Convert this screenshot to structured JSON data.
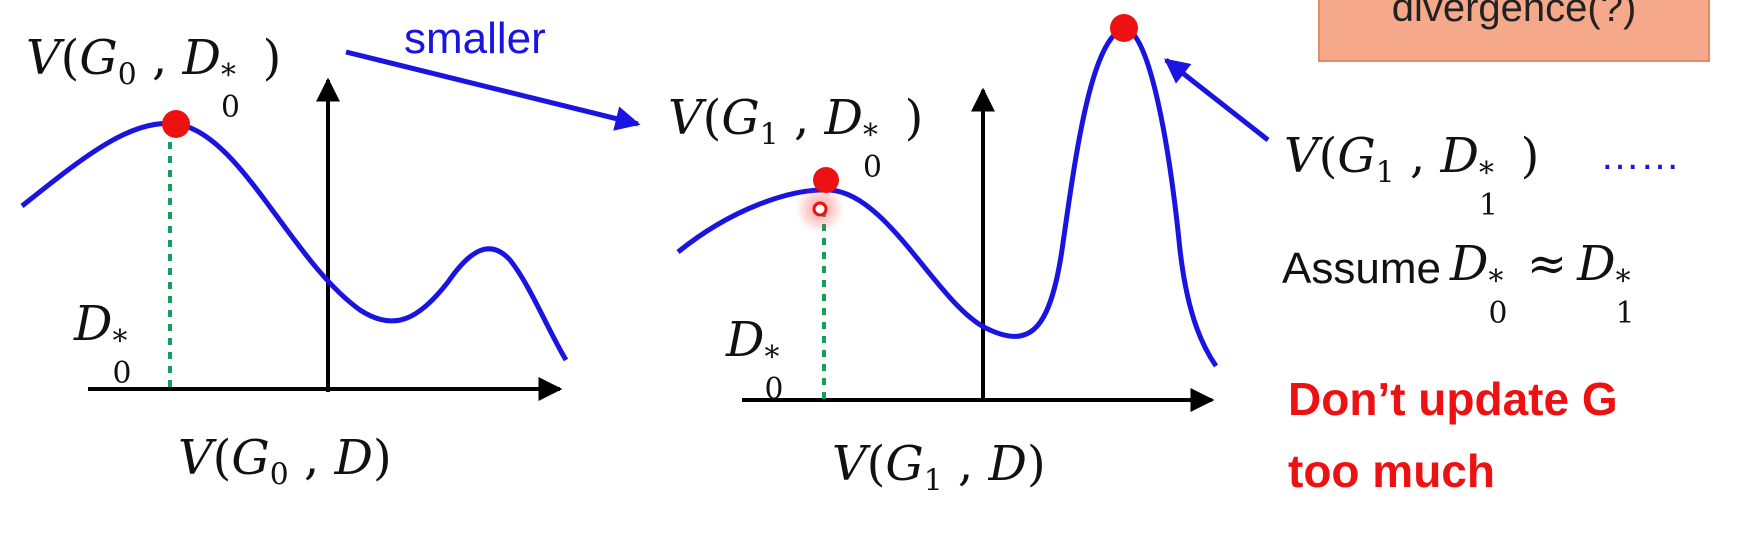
{
  "badge_text": "divergence(?)",
  "arrow_label": "smaller",
  "left_graph": {
    "top_label": {
      "fn": "V",
      "g": "G",
      "g_sub": "0",
      "d": "D",
      "d_sub": "0",
      "d_sup": "*"
    },
    "point_label": {
      "d": "D",
      "sub": "0",
      "sup": "*"
    },
    "axis_label": {
      "fn": "V",
      "g": "G",
      "g_sub": "0",
      "d": "D"
    }
  },
  "middle_graph": {
    "top_label": {
      "fn": "V",
      "g": "G",
      "g_sub": "1",
      "d": "D",
      "d_sub": "0",
      "d_sup": "*"
    },
    "point_label": {
      "d": "D",
      "sub": "0",
      "sup": "*"
    },
    "axis_label": {
      "fn": "V",
      "g": "G",
      "g_sub": "1",
      "d": "D"
    }
  },
  "right_text": {
    "peak_label": {
      "fn": "V",
      "g": "G",
      "g_sub": "1",
      "d": "D",
      "d_sub": "1",
      "d_sup": "*"
    },
    "ellipsis": "……",
    "assume_word": "Assume",
    "assume_left": {
      "d": "D",
      "sub": "0",
      "sup": "*"
    },
    "approx": "≈",
    "assume_right": {
      "d": "D",
      "sub": "1",
      "sup": "*"
    },
    "warning_line1": "Don’t update G",
    "warning_line2": "too much"
  },
  "colors": {
    "curve": "#1a14e0",
    "marker": "#ee1111",
    "guide": "#12a05a",
    "warning": "#ee1111",
    "badge": "#f5a98a"
  }
}
